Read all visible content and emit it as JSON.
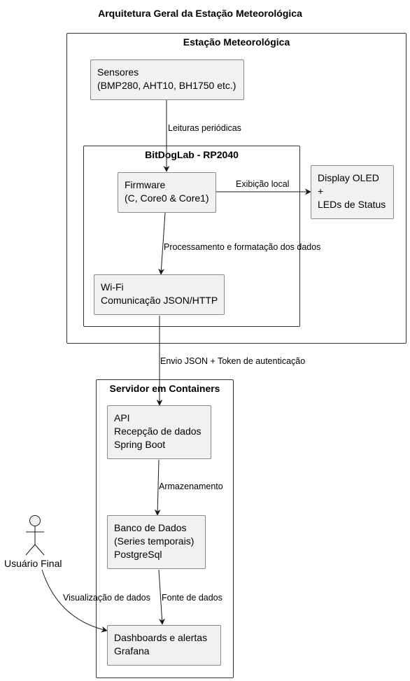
{
  "title": "Arquitetura Geral da Estação Meteorológica",
  "packages": {
    "station": "Estação Meteorológica",
    "bitdoglab": "BitDogLab - RP2040",
    "server": "Servidor em Containers"
  },
  "nodes": {
    "sensores": [
      "Sensores",
      "(BMP280, AHT10, BH1750 etc.)"
    ],
    "firmware": [
      "Firmware",
      "(C, Core0 & Core1)"
    ],
    "display": [
      "Display OLED",
      "+",
      "LEDs de Status"
    ],
    "wifi": [
      "Wi-Fi",
      "Comunicação JSON/HTTP"
    ],
    "api": [
      "API",
      "Recepção de dados",
      "Spring Boot"
    ],
    "db": [
      "Banco de Dados",
      "(Series temporais)",
      "PostgreSql"
    ],
    "grafana": [
      "Dashboards e alertas",
      "Grafana"
    ]
  },
  "actor": {
    "label": "Usuário Final"
  },
  "edges": {
    "leituras": "Leituras periódicas",
    "exibicao": "Exibição local",
    "processamento": "Processamento e formatação dos dados",
    "envio": "Envio JSON + Token de autenticação",
    "armazenamento": "Armazenamento",
    "fonte": "Fonte de dados",
    "visualizacao": "Visualização de dados"
  }
}
